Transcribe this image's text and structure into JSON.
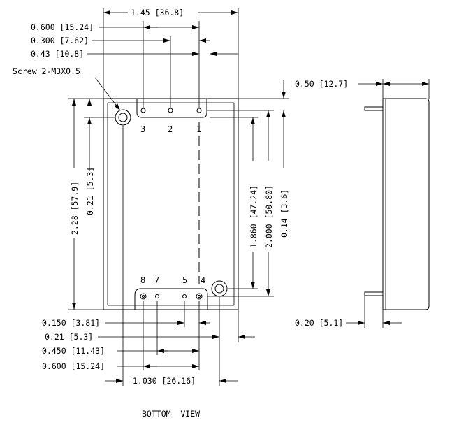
{
  "dimensions": {
    "top_width": "1.45 [36.8]",
    "pin_span_600": "0.600 [15.24]",
    "pin_span_300": "0.300 [7.62]",
    "edge_43": "0.43 [10.8]",
    "screw_label": "Screw 2-M3X0.5",
    "side_thickness": "0.50 [12.7]",
    "height_total": "2.28 [57.9]",
    "height_21": "0.21 [5.3]",
    "height_1860": "1.860 [47.24]",
    "height_2000": "2.000 [50.80]",
    "height_14": "0.14 [3.6]",
    "bottom_150": "0.150 [3.81]",
    "bottom_21": "0.21 [5.3]",
    "bottom_450": "0.450 [11.43]",
    "bottom_600": "0.600 [15.24]",
    "bottom_1030": "1.030 [26.16]",
    "side_pin": "0.20 [5.1]"
  },
  "pins": {
    "p1": "1",
    "p2": "2",
    "p3": "3",
    "p4": "4",
    "p5": "5",
    "p7": "7",
    "p8": "8"
  },
  "view_label": "BOTTOM  VIEW"
}
